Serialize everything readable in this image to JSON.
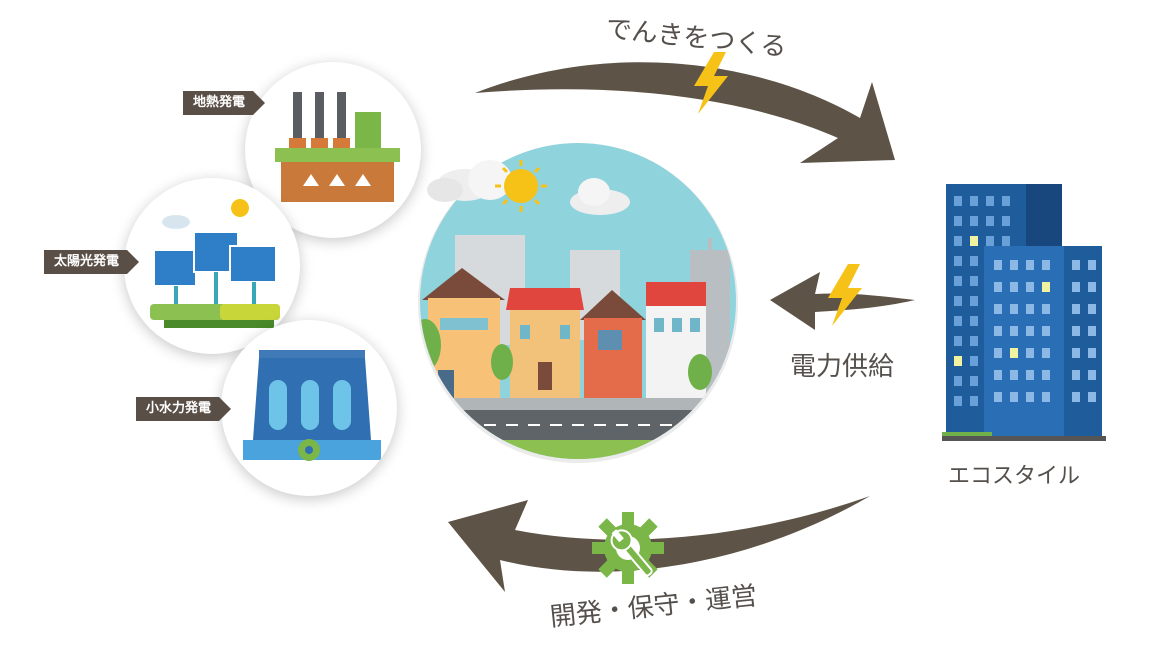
{
  "sources": {
    "geothermal": "地熱発電",
    "solar": "太陽光発電",
    "hydro": "小水力発電"
  },
  "cycle": {
    "make_electricity": "でんきをつくる",
    "power_supply": "電力供給",
    "eco_style": "エコスタイル",
    "operations": "開発・保守・運営"
  },
  "colors": {
    "arrow": "#5e5347",
    "lightning": "#f7c217",
    "gear": "#7ab648",
    "building_blue": "#1f5c9c",
    "sky": "#8fd3dc"
  }
}
